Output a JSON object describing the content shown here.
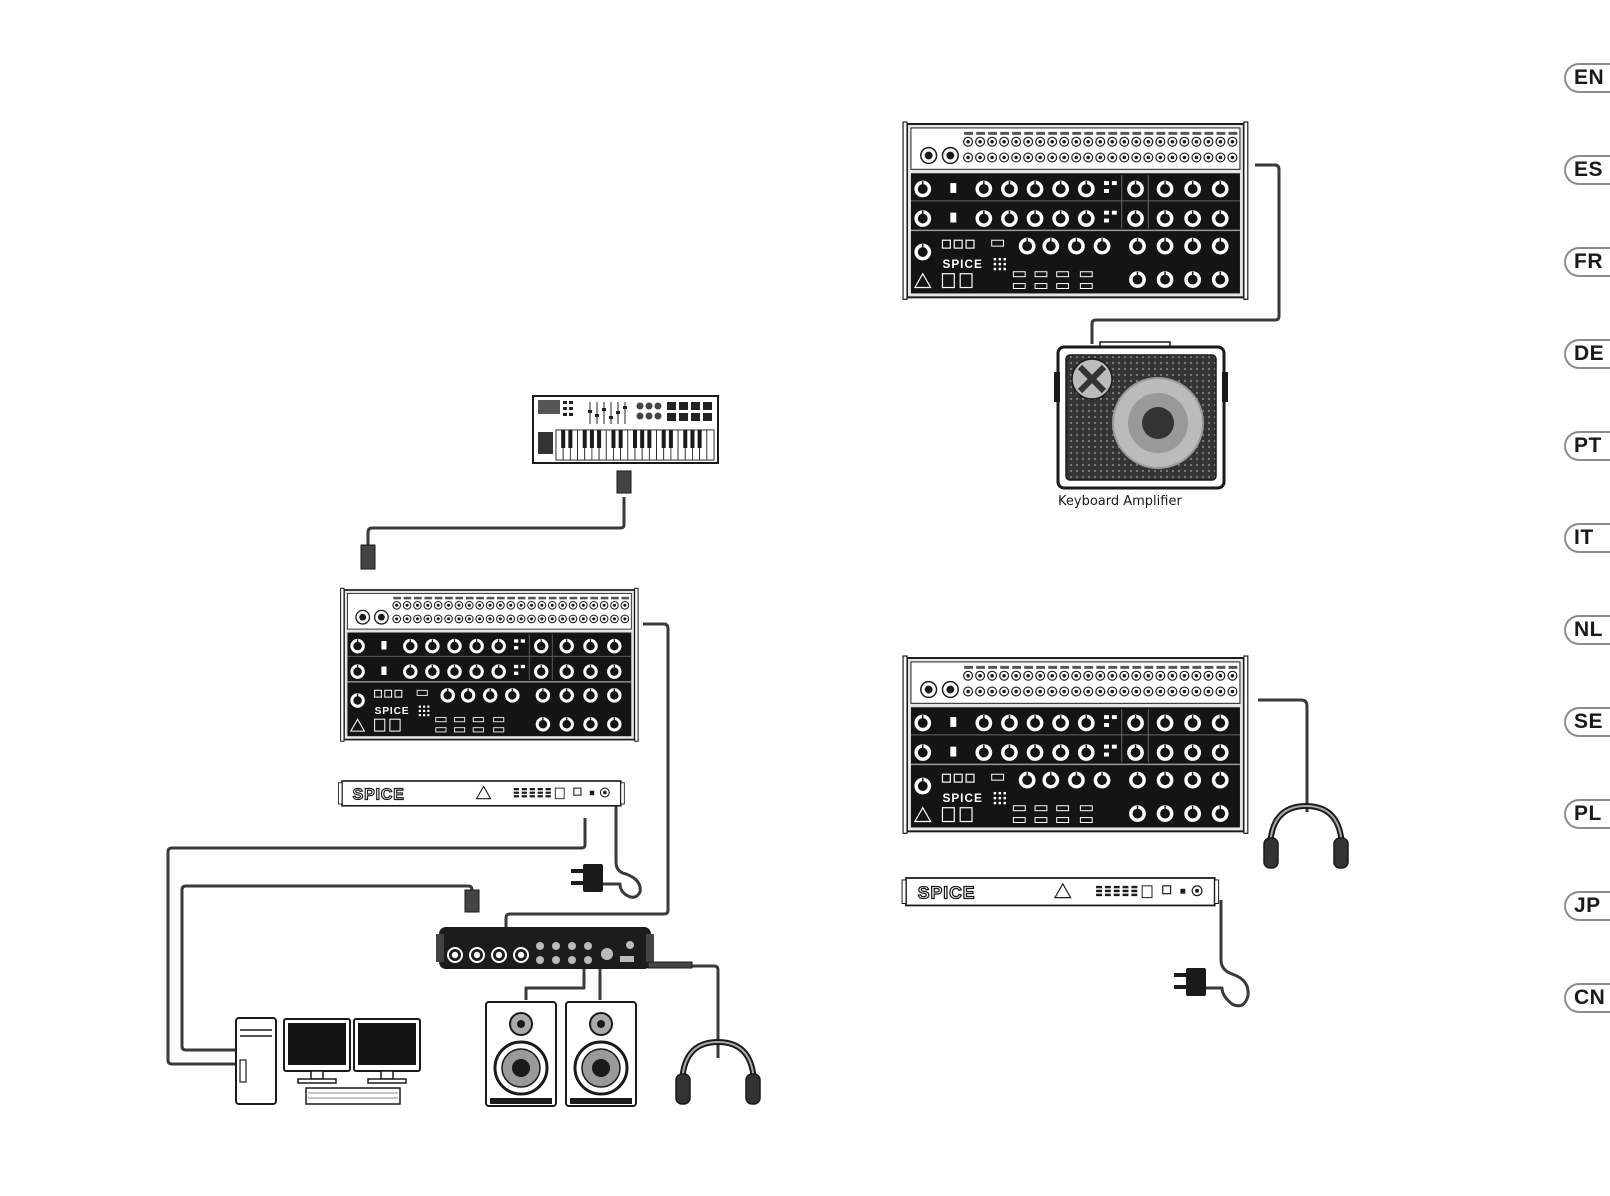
{
  "labels": {
    "keyboard_amplifier": "Keyboard Amplifier",
    "spice_wordmark": "SPICE",
    "synth_logo": "SPICE"
  },
  "language_tabs": [
    "EN",
    "ES",
    "FR",
    "DE",
    "PT",
    "IT",
    "NL",
    "SE",
    "PL",
    "JP",
    "CN"
  ],
  "colors": {
    "line": "#1a1a1a",
    "cable": "#3a3a3a",
    "panel_dark": "#141414",
    "panel_light": "#e6e6e6",
    "tab_border": "#8a8a8a"
  },
  "icons": [
    "midi-keyboard-controller-icon",
    "synthesizer-icon",
    "power-supply-icon",
    "power-adapter-icon",
    "audio-interface-icon",
    "computer-icon",
    "studio-monitor-icon",
    "headphones-icon",
    "keyboard-amplifier-icon",
    "usb-cable-icon",
    "audio-cable-icon"
  ]
}
